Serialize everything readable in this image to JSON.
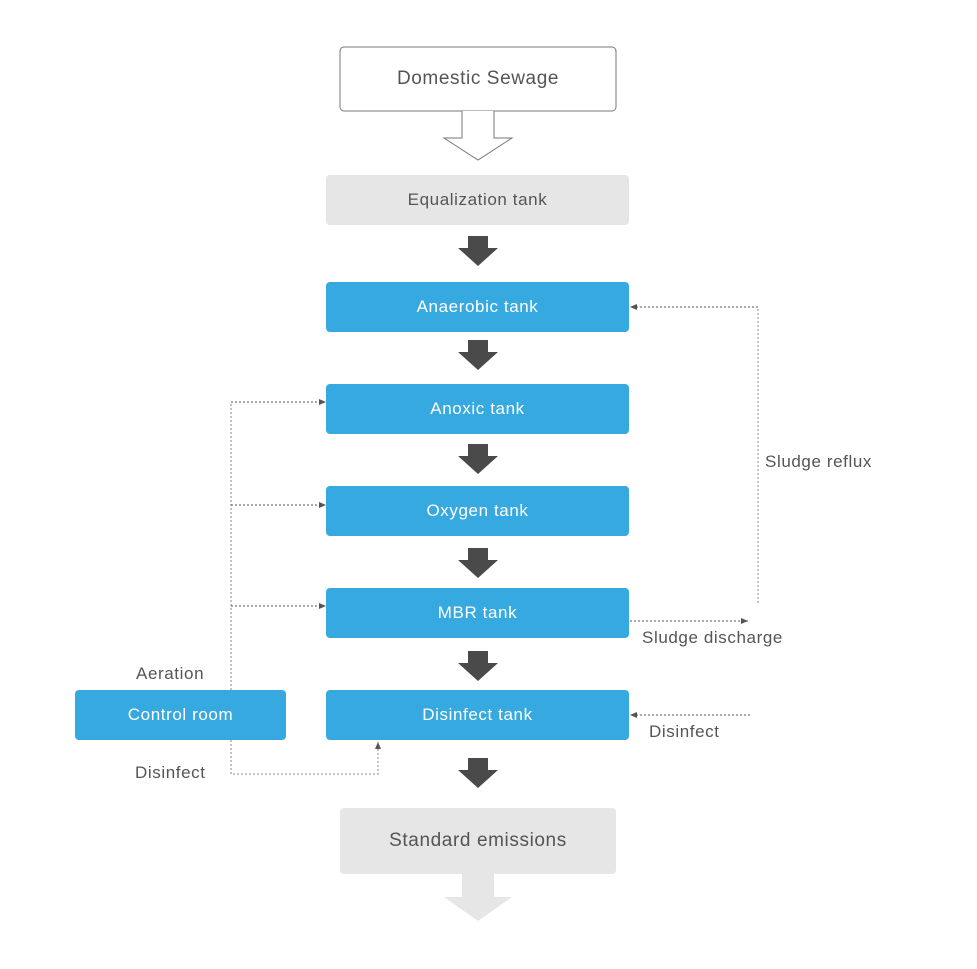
{
  "nodes": {
    "domestic_sewage": "Domestic Sewage",
    "equalization_tank": "Equalization tank",
    "anaerobic_tank": "Anaerobic tank",
    "anoxic_tank": "Anoxic tank",
    "oxygen_tank": "Oxygen tank",
    "mbr_tank": "MBR tank",
    "disinfect_tank": "Disinfect tank",
    "control_room": "Control room",
    "standard_emissions": "Standard emissions"
  },
  "labels": {
    "sludge_reflux": "Sludge reflux",
    "sludge_discharge": "Sludge discharge",
    "disinfect_right": "Disinfect",
    "aeration": "Aeration",
    "disinfect_left": "Disinfect"
  },
  "colors": {
    "process_blue": "#37a9e1",
    "neutral_grey": "#e6e6e6",
    "flow_arrow": "#4a4a4a",
    "text": "#555555"
  }
}
